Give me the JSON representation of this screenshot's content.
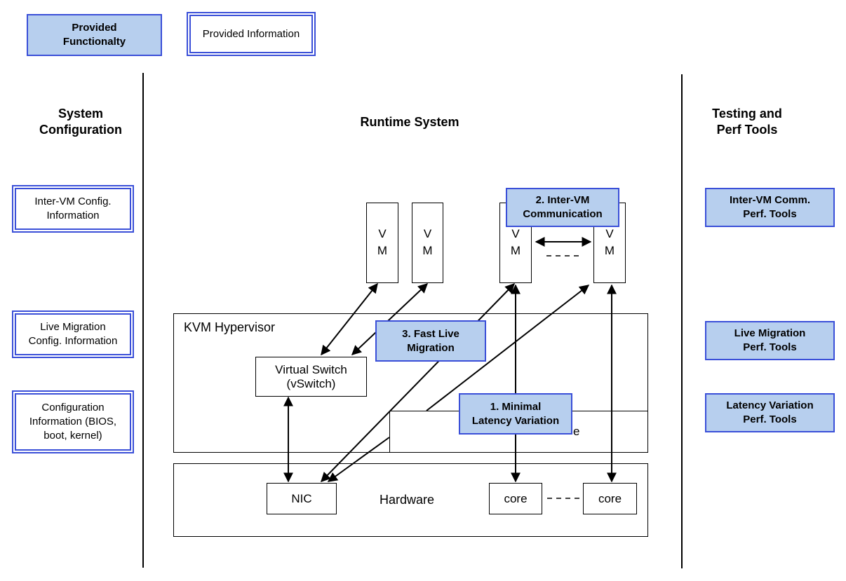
{
  "legend": {
    "functionality": "Provided\nFunctionalty",
    "information": "Provided Information"
  },
  "headings": {
    "system_config": "System\nConfiguration",
    "runtime": "Runtime System",
    "testing": "Testing and\nPerf Tools"
  },
  "config_info": {
    "inter_vm": "Inter-VM Config.\nInformation",
    "live_migration": "Live Migration\nConfig. Information",
    "bios": "Configuration\nInformation (BIOS,\nboot, kernel)"
  },
  "runtime": {
    "vm_label": "V\nM",
    "hypervisor": "KVM Hypervisor",
    "vswitch": "Virtual Switch\n(vSwitch)",
    "hardware": "Hardware",
    "nic": "NIC",
    "core": "core",
    "dashes": "- - - -",
    "hidden_tail": "e",
    "inter_vm_comm": "2. Inter-VM\nCommunication",
    "fast_live_migration": "3. Fast Live\nMigration",
    "minimal_latency": "1. Minimal\nLatency Variation"
  },
  "perf_tools": {
    "inter_vm": "Inter-VM Comm.\nPerf. Tools",
    "live_migration": "Live Migration\nPerf. Tools",
    "latency": "Latency Variation\nPerf. Tools"
  },
  "colors": {
    "functionality_fill": "#b7cfee",
    "border_blue": "#3a4fd8"
  }
}
